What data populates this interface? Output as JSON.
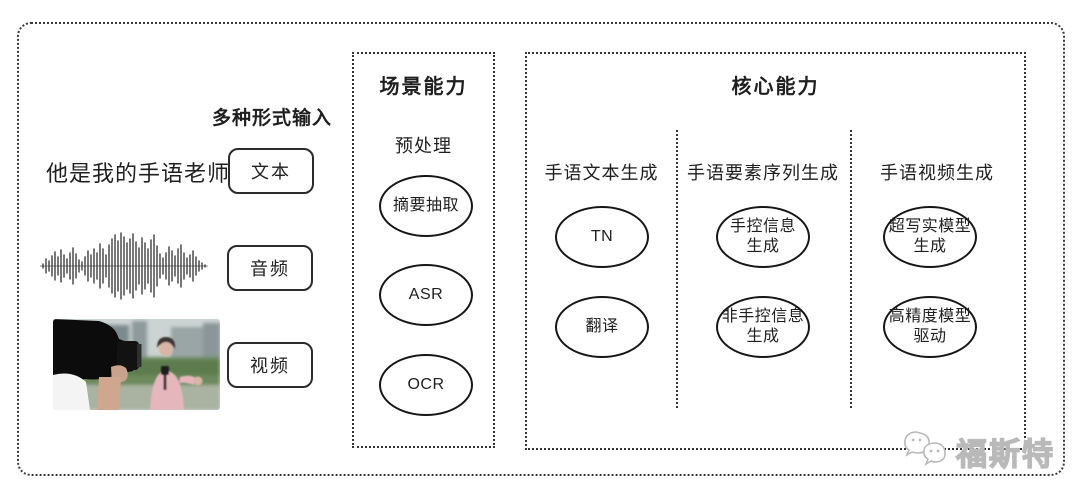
{
  "input_section": {
    "title": "多种形式输入",
    "text_sample": "他是我的手语老师",
    "inputs": [
      "文本",
      "音频",
      "视频"
    ],
    "icons": {
      "audio": "waveform-icon",
      "video": "reporter-photo"
    }
  },
  "scene_panel": {
    "title": "场景能力",
    "subtitle": "预处理",
    "nodes": [
      "摘要抽取",
      "ASR",
      "OCR"
    ]
  },
  "core_panel": {
    "title": "核心能力",
    "columns": [
      {
        "header": "手语文本生成",
        "nodes": [
          "TN",
          "翻译"
        ]
      },
      {
        "header": "手语要素序列生成",
        "nodes": [
          "手控信息\n生成",
          "非手控信息\n生成"
        ]
      },
      {
        "header": "手语视频生成",
        "nodes": [
          "超写实模型\n生成",
          "高精度模型\n驱动"
        ]
      }
    ]
  },
  "watermark": {
    "text": "福斯特",
    "icon": "chat-faces-icon"
  },
  "colors": {
    "frame_dotted": "#3a3a3a",
    "node_stroke": "#161616",
    "text": "#1f1f1f",
    "watermark": "#b9b9b9"
  }
}
